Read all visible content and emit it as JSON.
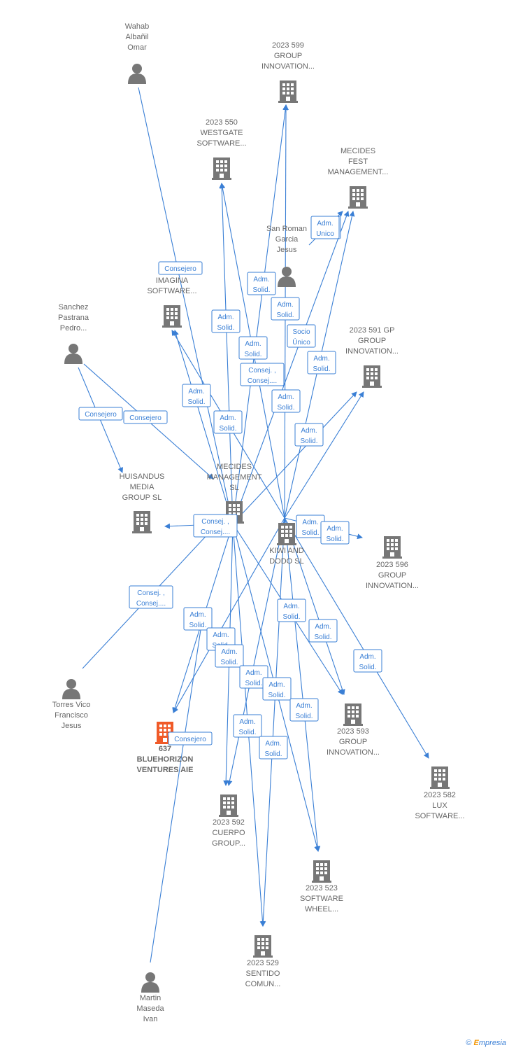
{
  "nodes": [
    {
      "id": "wahab",
      "kind": "person",
      "lines": [
        "Wahab",
        "Albañil",
        "Omar"
      ]
    },
    {
      "id": "g599",
      "kind": "company",
      "lines": [
        "2023 599",
        "GROUP",
        "INNOVATION..."
      ]
    },
    {
      "id": "w550",
      "kind": "company",
      "lines": [
        "2023 550",
        "WESTGATE",
        "SOFTWARE..."
      ]
    },
    {
      "id": "mfest",
      "kind": "company",
      "lines": [
        "MECIDES",
        "FEST",
        "MANAGEMENT..."
      ]
    },
    {
      "id": "sanroman",
      "kind": "person",
      "lines": [
        "San Roman",
        "Garcia",
        "Jesus"
      ]
    },
    {
      "id": "imagina",
      "kind": "company",
      "lines": [
        "2...",
        "IMAGINA",
        "SOFTWARE..."
      ]
    },
    {
      "id": "sanchez",
      "kind": "person",
      "lines": [
        "Sanchez",
        "Pastrana",
        "Pedro..."
      ]
    },
    {
      "id": "g591",
      "kind": "company",
      "lines": [
        "2023 591 GP",
        "GROUP",
        "INNOVATION..."
      ]
    },
    {
      "id": "huisandus",
      "kind": "company",
      "lines": [
        "HUISANDUS",
        "MEDIA",
        "GROUP  SL"
      ]
    },
    {
      "id": "mecides",
      "kind": "company",
      "lines": [
        "MECIDES",
        "MANAGEMENT",
        "SL"
      ]
    },
    {
      "id": "kiwi",
      "kind": "company",
      "lines": [
        "KIWI AND",
        "DODO  SL"
      ]
    },
    {
      "id": "g596",
      "kind": "company",
      "lines": [
        "2023 596",
        "GROUP",
        "INNOVATION..."
      ]
    },
    {
      "id": "torres",
      "kind": "person",
      "lines": [
        "Torres Vico",
        "Francisco",
        "Jesus"
      ]
    },
    {
      "id": "blue",
      "kind": "focus",
      "lines": [
        "637",
        "BLUEHORIZON",
        "VENTURES AIE"
      ]
    },
    {
      "id": "g593",
      "kind": "company",
      "lines": [
        "2023 593",
        "GROUP",
        "INNOVATION..."
      ]
    },
    {
      "id": "lux",
      "kind": "company",
      "lines": [
        "2023 582",
        "LUX",
        "SOFTWARE..."
      ]
    },
    {
      "id": "cuerpo",
      "kind": "company",
      "lines": [
        "2023 592",
        "CUERPO",
        "GROUP..."
      ]
    },
    {
      "id": "wheel",
      "kind": "company",
      "lines": [
        "2023 523",
        "SOFTWARE",
        "WHEEL..."
      ]
    },
    {
      "id": "sentido",
      "kind": "company",
      "lines": [
        "2023 529",
        "SENTIDO",
        "COMUN..."
      ]
    },
    {
      "id": "martin",
      "kind": "person",
      "lines": [
        "Martin",
        "Maseda",
        "Ivan"
      ]
    }
  ],
  "badges": [
    {
      "id": "b1",
      "lines": [
        "Adm.",
        "Unico"
      ]
    },
    {
      "id": "b2",
      "lines": [
        "Consejero"
      ]
    },
    {
      "id": "b3",
      "lines": [
        "Adm.",
        "Solid."
      ]
    },
    {
      "id": "b4",
      "lines": [
        "Adm.",
        "Solid."
      ]
    },
    {
      "id": "b5",
      "lines": [
        "Adm.",
        "Solid."
      ]
    },
    {
      "id": "b6",
      "lines": [
        "Adm.",
        "Solid."
      ]
    },
    {
      "id": "b7",
      "lines": [
        "Socio",
        "Único"
      ]
    },
    {
      "id": "b8",
      "lines": [
        "Adm.",
        "Solid."
      ]
    },
    {
      "id": "b9",
      "lines": [
        "Consej. ,",
        "Consej...."
      ]
    },
    {
      "id": "b10",
      "lines": [
        "Adm.",
        "Solid."
      ]
    },
    {
      "id": "b11",
      "lines": [
        "Adm.",
        "Unico"
      ]
    },
    {
      "id": "b12",
      "lines": [
        "Consejero"
      ]
    },
    {
      "id": "b13",
      "lines": [
        "Consejero"
      ]
    },
    {
      "id": "b14",
      "lines": [
        "Adm.",
        "Solid."
      ]
    },
    {
      "id": "b15",
      "lines": [
        "Adm.",
        "Solid."
      ]
    },
    {
      "id": "b16",
      "lines": [
        "Adm.",
        "Solid."
      ]
    },
    {
      "id": "b17",
      "lines": [
        "Consej. ,",
        "Consej...."
      ]
    },
    {
      "id": "b18",
      "lines": [
        "Adm.",
        "Solid."
      ]
    },
    {
      "id": "b19",
      "lines": [
        "Adm.",
        "Solid."
      ]
    },
    {
      "id": "b20",
      "lines": [
        "Consej. ,",
        "Consej...."
      ]
    },
    {
      "id": "b21",
      "lines": [
        "Adm.",
        "Solid."
      ]
    },
    {
      "id": "b22",
      "lines": [
        "Adm.",
        "Solid."
      ]
    },
    {
      "id": "b23",
      "lines": [
        "Adm.",
        "Solid."
      ]
    },
    {
      "id": "b24",
      "lines": [
        "Adm.",
        "Solid."
      ]
    },
    {
      "id": "b25",
      "lines": [
        "Adm.",
        "Solid."
      ]
    },
    {
      "id": "b26",
      "lines": [
        "Adm.",
        "Solid."
      ]
    },
    {
      "id": "b27",
      "lines": [
        "Adm.",
        "Solid."
      ]
    },
    {
      "id": "b28",
      "lines": [
        "Adm.",
        "Solid."
      ]
    },
    {
      "id": "b29",
      "lines": [
        "Adm.",
        "Solid."
      ]
    },
    {
      "id": "b30",
      "lines": [
        "Adm.",
        "Solid."
      ]
    },
    {
      "id": "b31",
      "lines": [
        "Adm.",
        "Solid."
      ]
    },
    {
      "id": "b32",
      "lines": [
        "Consejero"
      ]
    }
  ],
  "footer": {
    "copyright": "©",
    "brand_first": "E",
    "brand_rest": "mpresia"
  },
  "colors": {
    "edge": "#3a7fd5",
    "node": "#777777",
    "focus": "#f05a28",
    "label": "#666666"
  }
}
